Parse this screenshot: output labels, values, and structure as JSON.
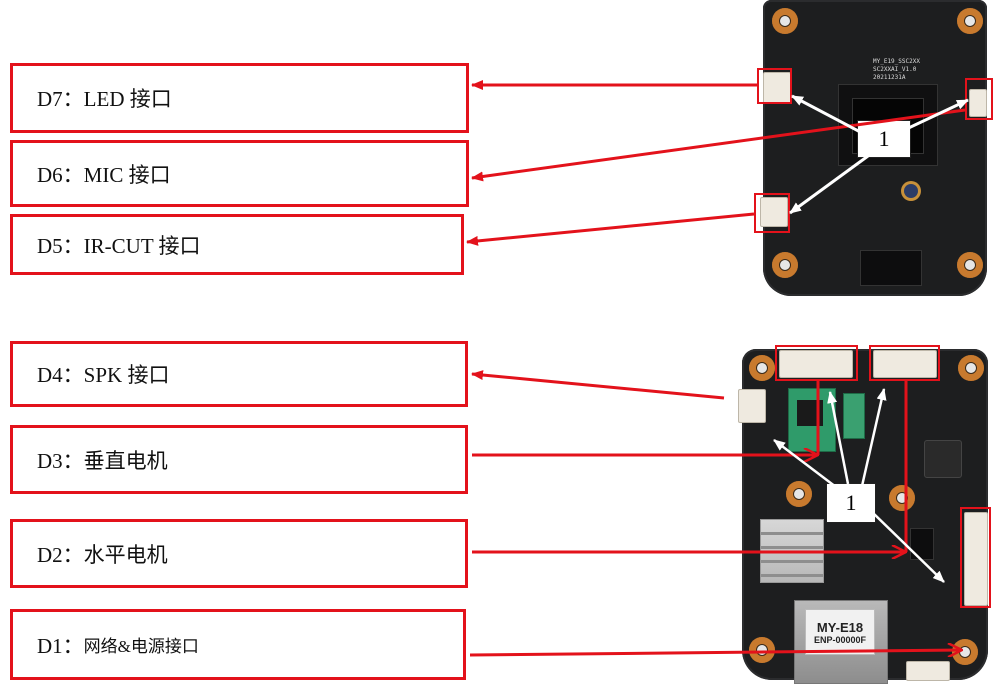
{
  "labels": {
    "d7": "D7：LED 接口",
    "d6": "D6：MIC 接口",
    "d5": "D5：IR-CUT 接口",
    "d4": "D4：SPK 接口",
    "d3": "D3：垂直电机",
    "d2": "D2：水平电机",
    "d1_prefix": "D1：",
    "d1_text": "网络&电源接口"
  },
  "callouts": {
    "top": "1",
    "bottom": "1"
  },
  "board_top_silk": [
    "MY_E19_SSC2XX",
    "SC2XXAI_V1.0",
    "20211231A"
  ],
  "board_bottom_sticker": {
    "model": "MY-E18",
    "serial": "ENP-00000F"
  },
  "colors": {
    "accent": "#e3121b",
    "pcb": "#1d1e1f",
    "arrow_white": "#ffffff"
  }
}
